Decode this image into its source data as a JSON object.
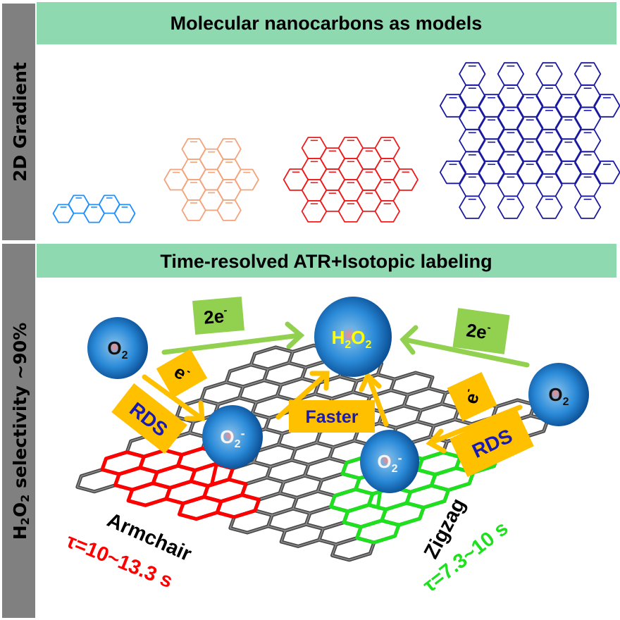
{
  "headers": {
    "top": "Molecular nanocarbons as models",
    "bottom": "Time-resolved ATR+Isotopic labeling"
  },
  "side_labels": {
    "top": "2D Gradient",
    "bottom_parts": [
      "H",
      "2",
      "O",
      "2",
      " selectivity ~90%"
    ]
  },
  "molecules": [
    {
      "name": "small",
      "color": "#1e90ff"
    },
    {
      "name": "medium",
      "color": "#f4a37a"
    },
    {
      "name": "large",
      "color": "#ee1c1c"
    },
    {
      "name": "xlarge",
      "color": "#1a1aa0"
    }
  ],
  "spheres": {
    "o2_left": [
      "O",
      "2"
    ],
    "h2o2": [
      "H",
      "2",
      "O",
      "2"
    ],
    "o2_minus_left": [
      "O",
      "2",
      "-"
    ],
    "o2_minus_right": [
      "O",
      "2",
      "-"
    ],
    "o2_right": [
      "O",
      "2"
    ]
  },
  "boxes": {
    "two_e_left": [
      "2e",
      "-"
    ],
    "two_e_right": [
      "2e",
      "-"
    ],
    "e_left": [
      "e",
      "-"
    ],
    "e_right": [
      "e",
      "-"
    ],
    "rds_left": "RDS",
    "rds_right": "RDS",
    "faster": "Faster"
  },
  "edges": {
    "armchair": "Armchair",
    "armchair_tau": "τ=10~13.3 s",
    "zigzag": "Zigzag",
    "zigzag_tau": "τ=7.3~10 s"
  },
  "colors": {
    "header_bg": "#8fd9b1",
    "side_bar": "#808080",
    "green_box": "#92d050",
    "orange_box": "#ffc000",
    "armchair": "#ff0000",
    "zigzag": "#1ee01e"
  }
}
